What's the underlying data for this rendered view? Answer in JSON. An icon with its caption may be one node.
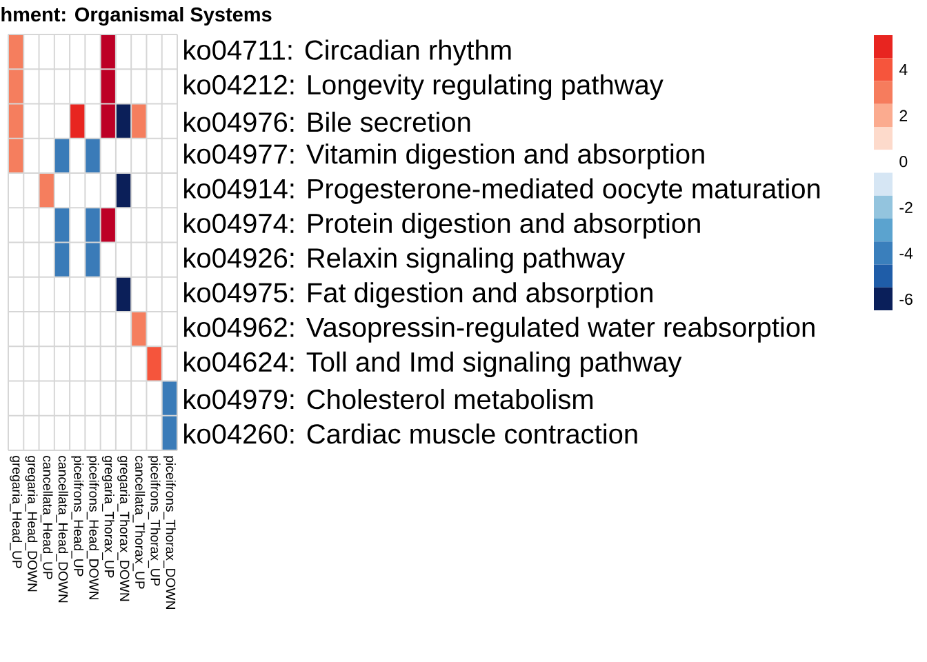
{
  "diagram": {
    "title": "hment: Organismal Systems",
    "labels": [
      "ko04711: Circadian rhythm",
      "ko04212: Longevity regulating pathway",
      "ko04976: Bile secretion",
      "ko04977: Vitamin digestion and absorption",
      "ko04914: Progesterone-mediated oocyte maturation",
      "ko04974: Protein digestion and absorption",
      "ko04926: Relaxin signaling pathway",
      "ko04975: Fat digestion and absorption",
      "ko04962: Vasopressin-regulated water reabsorption",
      "ko04624: Toll and Imd signaling pathway",
      "ko04979: Cholesterol metabolism",
      "ko04260: Cardiac muscle contraction",
      "gregaria_Head_UP",
      "gregaria_Head_DOWN",
      "cancellata_Head_UP",
      "cancellata_Head_DOWN",
      "piceifrons_Head_UP",
      "piceifrons_Head_DOWN",
      "gregaria_Thorax_UP",
      "gregaria_Thorax_DOWN",
      "cancellata_Thorax_UP",
      "piceifrons_Thorax_UP",
      "piceifrons_Thorax_DOWN",
      "4",
      "2",
      "0",
      "-2",
      "-4",
      "-6"
    ]
  }
}
